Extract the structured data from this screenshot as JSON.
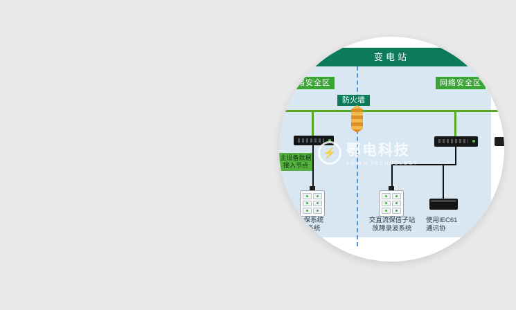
{
  "page": {
    "background": "#e9e9e9"
  },
  "diagram": {
    "title": "变电站",
    "zone_left": "网络安全区",
    "zone_right": "网络安全区",
    "firewall_label": "防火墙",
    "access_node": {
      "line1": "主设备数据",
      "line2": "接入节点"
    },
    "captions": {
      "left": {
        "line1": "保系统",
        "line2": "系统"
      },
      "center": {
        "line1": "交直流保信子站",
        "line2": "故障录波系统"
      },
      "right": {
        "line1": "使用IEC61",
        "line2": "通讯协"
      }
    },
    "devices": {
      "firewall": "firewall-barrel",
      "switch_left": "network-switch",
      "switch_right": "network-switch",
      "panel_left": "protection-panel",
      "panel_center": "protection-panel",
      "recorder": "black-recorder-box"
    },
    "colors": {
      "header": "#0e7a5c",
      "zone_label": "#3aa534",
      "canvas": "#d9e7f2",
      "bus_line": "#55a81f",
      "divider": "#4f93d8",
      "firewall": "#dd8f26"
    }
  },
  "watermark": {
    "brand": "鄂电科技",
    "subtext": "EDIAN TECHNOLOGY",
    "logo_glyph": "⚡"
  }
}
